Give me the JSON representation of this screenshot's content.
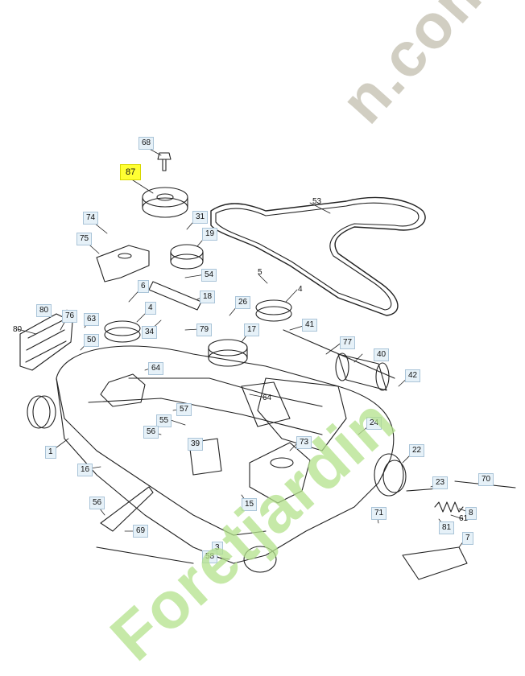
{
  "diagram": {
    "highlight_color": "#ffff33",
    "callout_bg": "#e6f1f8",
    "line_color": "#222222",
    "callouts": [
      {
        "id": "c87",
        "label": "87",
        "style": "hl"
      },
      {
        "id": "c68",
        "label": "68"
      },
      {
        "id": "c74",
        "label": "74"
      },
      {
        "id": "c31",
        "label": "31"
      },
      {
        "id": "c53",
        "label": "53",
        "style": "plain"
      },
      {
        "id": "c75",
        "label": "75"
      },
      {
        "id": "c19",
        "label": "19"
      },
      {
        "id": "c54a",
        "label": "54"
      },
      {
        "id": "c5a",
        "label": "5",
        "style": "plain"
      },
      {
        "id": "c6",
        "label": "6"
      },
      {
        "id": "c18",
        "label": "18"
      },
      {
        "id": "c4a",
        "label": "4",
        "style": "plain"
      },
      {
        "id": "c4b",
        "label": "4"
      },
      {
        "id": "c80a",
        "label": "80"
      },
      {
        "id": "c76",
        "label": "76"
      },
      {
        "id": "c63",
        "label": "63"
      },
      {
        "id": "c80b",
        "label": "80",
        "style": "plain"
      },
      {
        "id": "c26",
        "label": "26"
      },
      {
        "id": "c41",
        "label": "41"
      },
      {
        "id": "c34",
        "label": "34"
      },
      {
        "id": "c79",
        "label": "79"
      },
      {
        "id": "c17",
        "label": "17"
      },
      {
        "id": "c50",
        "label": "50"
      },
      {
        "id": "c77",
        "label": "77"
      },
      {
        "id": "c40",
        "label": "40"
      },
      {
        "id": "c42",
        "label": "42"
      },
      {
        "id": "c64a",
        "label": "64"
      },
      {
        "id": "c64b",
        "label": "64",
        "style": "plain"
      },
      {
        "id": "c57",
        "label": "57"
      },
      {
        "id": "c55",
        "label": "55"
      },
      {
        "id": "c24",
        "label": "24"
      },
      {
        "id": "c56a",
        "label": "56"
      },
      {
        "id": "c39",
        "label": "39"
      },
      {
        "id": "c73",
        "label": "73"
      },
      {
        "id": "c1",
        "label": "1"
      },
      {
        "id": "c22",
        "label": "22"
      },
      {
        "id": "c16",
        "label": "16"
      },
      {
        "id": "c23",
        "label": "23"
      },
      {
        "id": "c70",
        "label": "70"
      },
      {
        "id": "c15",
        "label": "15"
      },
      {
        "id": "c8",
        "label": "8"
      },
      {
        "id": "c56b",
        "label": "56"
      },
      {
        "id": "c71",
        "label": "71"
      },
      {
        "id": "c61",
        "label": "61",
        "style": "plain"
      },
      {
        "id": "c69",
        "label": "69"
      },
      {
        "id": "c81",
        "label": "81"
      },
      {
        "id": "c7",
        "label": "7"
      },
      {
        "id": "c3",
        "label": "3"
      },
      {
        "id": "c58",
        "label": "58"
      }
    ]
  },
  "watermark": {
    "top_text": "n.com",
    "bottom_text": "Foretjardin",
    "top_color": "#c9c6b8",
    "bottom_color": "#b4e28c"
  }
}
